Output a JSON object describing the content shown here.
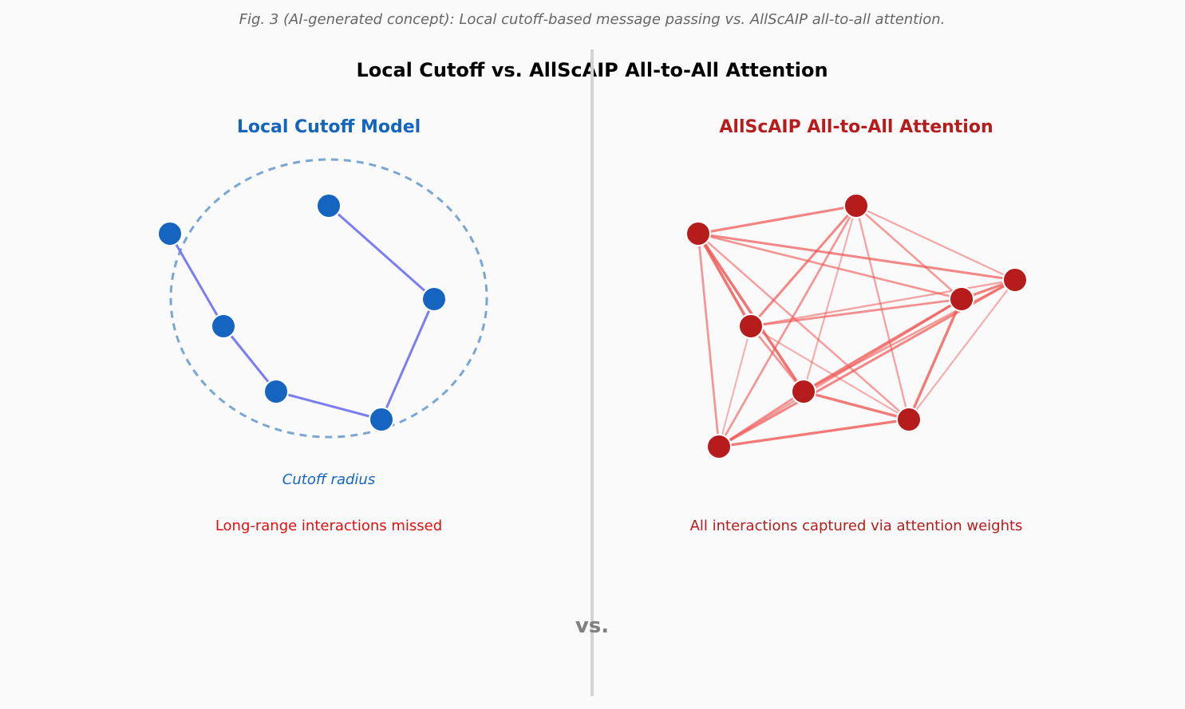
{
  "caption": "Fig. 3 (AI-generated concept): Local cutoff-based message passing vs. AllScAIP all-to-all attention.",
  "title": "Local Cutoff vs. AllScAIP All-to-All Attention",
  "separator_label": "vs.",
  "left_panel": {
    "title": "Local Cutoff Model",
    "cutoff_label": "Cutoff radius",
    "note": "Long-range interactions missed"
  },
  "right_panel": {
    "title": "AllScAIP All-to-All Attention",
    "note": "All interactions captured via attention weights"
  },
  "colors": {
    "background": "#fafafa",
    "caption": "#666666",
    "title": "#000000",
    "local_blue": "#1565c0",
    "local_edge": "#7b7ef0",
    "cutoff_circle": "#7ba6d4",
    "missed_red": "#e01010",
    "attention_red": "#b71c1c",
    "attention_edge": "#ef5350",
    "divider": "#d3d3d3",
    "vs_gray": "#808080"
  },
  "graphs": {
    "local": {
      "nodes": [
        "n1",
        "n2",
        "n3",
        "n4",
        "n5",
        "n6"
      ],
      "edges": [
        [
          "n1",
          "n4"
        ],
        [
          "n4",
          "n6"
        ],
        [
          "n6",
          "n5"
        ],
        [
          "n5",
          "n3"
        ],
        [
          "n3",
          "n2"
        ]
      ]
    },
    "attention": {
      "nodes": [
        "a1",
        "a2",
        "a3",
        "a4",
        "a5",
        "a6",
        "a7",
        "a8"
      ],
      "edges": [
        [
          "a1",
          "a2",
          0.75
        ],
        [
          "a1",
          "a3",
          0.35
        ],
        [
          "a1",
          "a4",
          0.5
        ],
        [
          "a1",
          "a5",
          0.7
        ],
        [
          "a1",
          "a6",
          0.3
        ],
        [
          "a1",
          "a7",
          0.4
        ],
        [
          "a1",
          "a8",
          0.55
        ],
        [
          "a2",
          "a3",
          0.7
        ],
        [
          "a2",
          "a4",
          0.55
        ],
        [
          "a2",
          "a5",
          0.9
        ],
        [
          "a2",
          "a6",
          0.9
        ],
        [
          "a2",
          "a7",
          0.45
        ],
        [
          "a2",
          "a8",
          0.55
        ],
        [
          "a3",
          "a4",
          0.8
        ],
        [
          "a3",
          "a5",
          0.4
        ],
        [
          "a3",
          "a6",
          0.5
        ],
        [
          "a3",
          "a7",
          0.3
        ],
        [
          "a3",
          "a8",
          0.7
        ],
        [
          "a4",
          "a5",
          0.6
        ],
        [
          "a4",
          "a6",
          0.8
        ],
        [
          "a4",
          "a7",
          0.85
        ],
        [
          "a4",
          "a8",
          0.45
        ],
        [
          "a5",
          "a6",
          0.55
        ],
        [
          "a5",
          "a7",
          0.3
        ],
        [
          "a5",
          "a8",
          0.25
        ],
        [
          "a6",
          "a7",
          0.85
        ],
        [
          "a6",
          "a8",
          0.6
        ],
        [
          "a7",
          "a8",
          0.85
        ]
      ]
    }
  }
}
